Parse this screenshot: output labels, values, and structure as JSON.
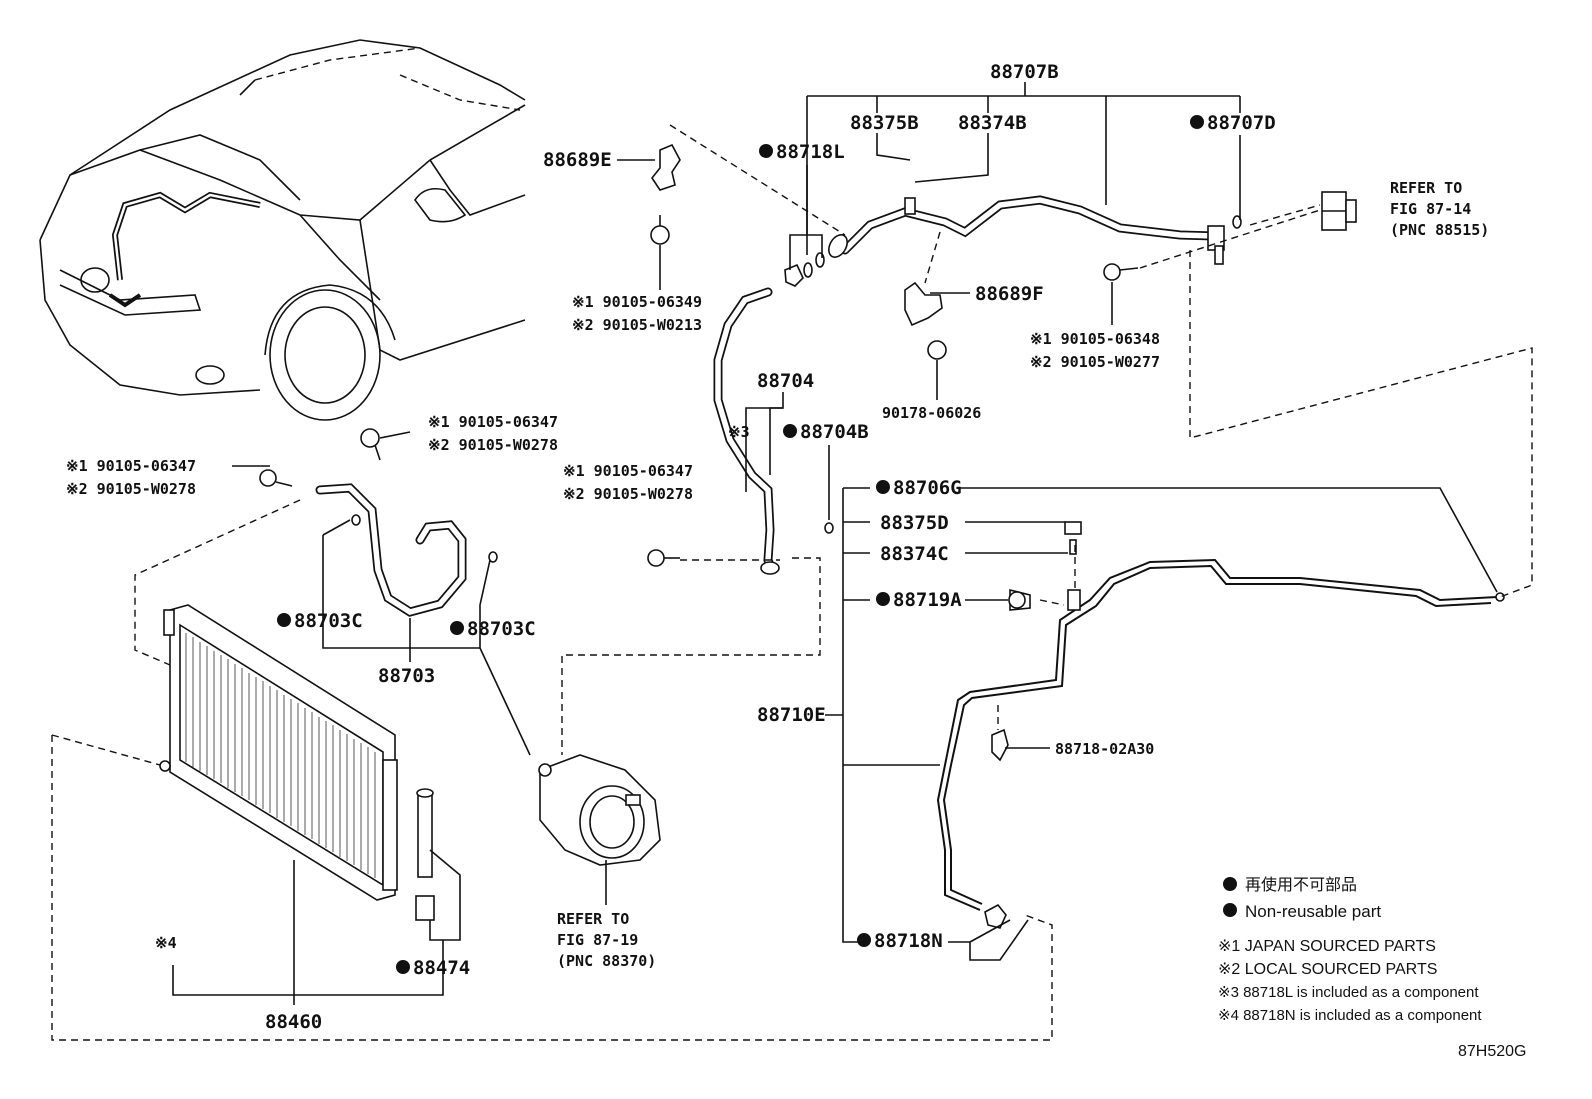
{
  "diagram_code": "87H520G",
  "legend": {
    "nonreusable_jp": "再使用不可部品",
    "nonreusable_en": "Non-reusable part",
    "note1": "※1 JAPAN SOURCED PARTS",
    "note2": "※2 LOCAL SOURCED PARTS",
    "note3": "※3 88718L is included as a component",
    "note4": "※4 88718N is included as a component"
  },
  "callouts": {
    "p88707B": "88707B",
    "p88375B": "88375B",
    "p88374B": "88374B",
    "p88707D": "88707D",
    "p88718L": "88718L",
    "p88689E": "88689E",
    "p88689F": "88689F",
    "p90178": "90178-06026",
    "p88704": "88704",
    "p88704B": "88704B",
    "p88706G": "88706G",
    "p88375D": "88375D",
    "p88374C": "88374C",
    "p88719A": "88719A",
    "p88710E": "88710E",
    "p88718_02A30": "88718-02A30",
    "p88718N": "88718N",
    "p88703C_left": "88703C",
    "p88703C_right": "88703C",
    "p88703": "88703",
    "p88474": "88474",
    "p88460": "88460",
    "mark3": "※3",
    "mark4": "※4"
  },
  "bolts": {
    "b_88689E_1": "※1 90105-06349",
    "b_88689E_2": "※2 90105-W0213",
    "b_88707D_1": "※1 90105-06348",
    "b_88707D_2": "※2 90105-W0277",
    "b_88703top_1": "※1 90105-06347",
    "b_88703top_2": "※2 90105-W0278",
    "b_88703left_1": "※1 90105-06347",
    "b_88703left_2": "※2 90105-W0278",
    "b_88704_1": "※1 90105-06347",
    "b_88704_2": "※2 90105-W0278"
  },
  "references": {
    "ref1_l1": "REFER TO",
    "ref1_l2": "FIG 87-14",
    "ref1_l3": "(PNC 88515)",
    "ref2_l1": "REFER TO",
    "ref2_l2": "FIG 87-19",
    "ref2_l3": "(PNC 88370)"
  }
}
